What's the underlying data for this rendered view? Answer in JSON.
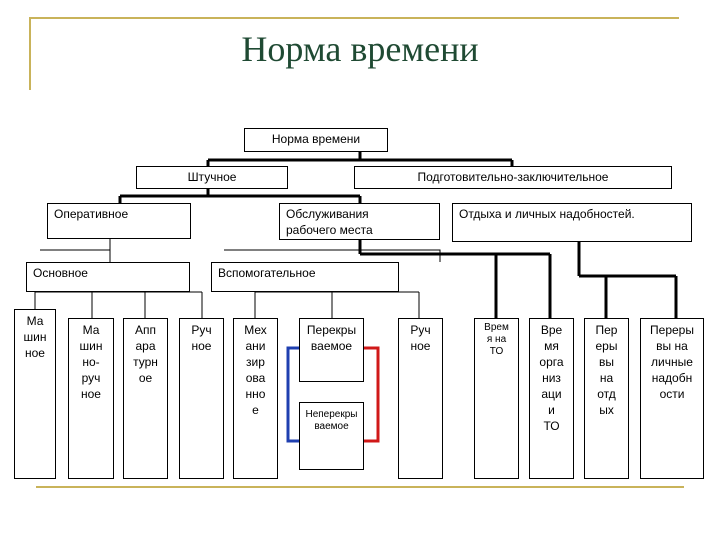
{
  "title": "Норма времени",
  "colors": {
    "title": "#1f4a33",
    "accent_lines": "#c9b35a",
    "bracket_left": "#1f3fb0",
    "bracket_right": "#d01818"
  },
  "boxes": {
    "root": "Норма времени",
    "piece": "Штучное",
    "prep_final": "Подготовительно-заключительное",
    "operative": "Оперативное",
    "maintenance": "Обслуживания\nрабочего места",
    "rest": "Отдыха  и личных надобностей.",
    "main": "Основное",
    "auxiliary": "Вспомогательное",
    "machine": "Ма\nшин\nное",
    "machine_manual": "Ма\nшин\nно-\nруч\nное",
    "apparatus": "Апп\nара\nтурн\nое",
    "manual_1": "Руч\nное",
    "mechanized": "Мех\nани\nзир\nова\nнно\nе",
    "overlapped": "Перекры\nваемое",
    "non_overlapped": "Неперекры\nваемое",
    "manual_2": "Руч\nное",
    "breaks_maintenance": "Врем\nя на\nТО",
    "org_time": "Вре\nмя\nорга\nниз\nаци\nи\nТО",
    "rest_breaks": "Пер\nеры\nвы\nна\nотд\nых",
    "personal_breaks": "Переры\nвы на\nличные\nнадобн\nости"
  }
}
